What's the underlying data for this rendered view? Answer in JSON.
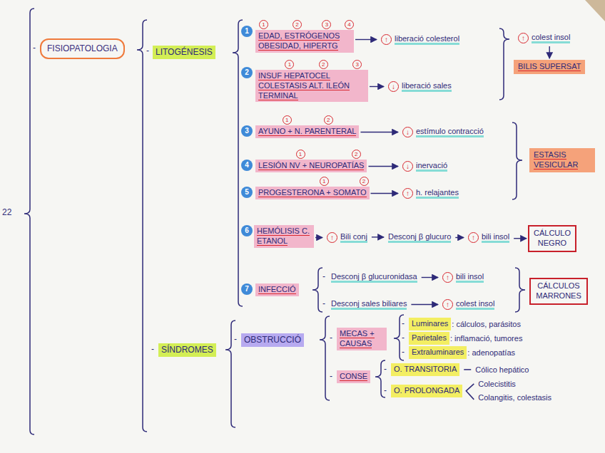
{
  "diagram": {
    "nodes": [
      {
        "text": [
          "FISIOPATOLOGIA"
        ]
      },
      {
        "text": [
          "LITOGÉNESIS"
        ]
      },
      {
        "text": [
          "EDAD, ESTRÓGENOS OBESIDAD, HIPERTG"
        ]
      },
      {
        "text": [
          "↑",
          "liberació colesterol"
        ]
      },
      {
        "text": [
          "↑",
          "colest insol"
        ]
      },
      {
        "text": [
          "BILIS SUPERSAT"
        ]
      },
      {
        "text": [
          "INSUF HEPATOCEL COLESTASIS ALT. ILEÓN TERMINAL"
        ]
      },
      {
        "text": [
          "↓",
          "liberació sales"
        ]
      },
      {
        "text": [
          "AYUNO + N. PARENTERAL"
        ]
      },
      {
        "text": [
          "↓",
          "estímulo contracció"
        ]
      },
      {
        "text": [
          "LESIÓN NV + NEUROPATÍAS"
        ]
      },
      {
        "text": [
          "↓",
          "inervació"
        ]
      },
      {
        "text": [
          "PROGESTERONA + SOMATO"
        ]
      },
      {
        "text": [
          "↑",
          "h. relajantes"
        ]
      },
      {
        "text": [
          "ESTASIS VESICULAR"
        ]
      },
      {
        "text": [
          "HEMÓLISIS C. ETANOL"
        ]
      },
      {
        "text": [
          "↑",
          "Bili conj"
        ]
      },
      {
        "text": [
          "Desconj β glucuro"
        ]
      },
      {
        "text": [
          "↑",
          "bili insol"
        ]
      },
      {
        "text": [
          "CÁLCULO NEGRO"
        ]
      },
      {
        "text": [
          "INFECCIÓ"
        ]
      },
      {
        "text": [
          "Desconj β glucuronidasa"
        ]
      },
      {
        "text": [
          "↑",
          "bili insol"
        ]
      },
      {
        "text": [
          "Desconj sales biliares"
        ]
      },
      {
        "text": [
          "↑",
          "colest insol"
        ]
      },
      {
        "text": [
          "CÁLCULOS MARRONES"
        ]
      },
      {
        "text": [
          "SÍNDROMES"
        ]
      },
      {
        "text": [
          "OBSTRUCCIÓ"
        ]
      },
      {
        "text": [
          "MECAS + CAUSAS"
        ]
      },
      {
        "text": [
          "CONSE"
        ]
      },
      {
        "text": [
          "O. TRANSITORIA"
        ]
      },
      {
        "text": [
          "O. PROLONGADA"
        ]
      },
      {
        "text": [
          "Luminares"
        ]
      },
      {
        "text": [
          "Parietales"
        ]
      },
      {
        "text": [
          "Extraluminares"
        ]
      }
    ],
    "edges": [
      {
        "from": 2,
        "to": 3,
        "arrow": "to"
      },
      {
        "from": 4,
        "to": 5,
        "arrow": "to"
      },
      {
        "from": 6,
        "to": 7,
        "arrow": "to"
      },
      {
        "from": 8,
        "to": 9,
        "arrow": "to"
      },
      {
        "from": 10,
        "to": 11,
        "arrow": "to"
      },
      {
        "from": 12,
        "to": 13,
        "arrow": "to"
      },
      {
        "from": 15,
        "to": 16,
        "arrow": "to"
      },
      {
        "from": 16,
        "to": 17,
        "arrow": "to"
      },
      {
        "from": 17,
        "to": 18,
        "arrow": "to"
      },
      {
        "from": 18,
        "to": 19,
        "arrow": "to"
      },
      {
        "from": 21,
        "to": 22,
        "arrow": "to"
      },
      {
        "from": 23,
        "to": 24,
        "arrow": "to"
      }
    ],
    "labels": [
      "22",
      "-",
      "-",
      "1",
      "1",
      "2",
      "3",
      "4",
      "2",
      "1",
      "2",
      "3",
      "3",
      "1",
      "2",
      "4",
      "1",
      "2",
      "5",
      "1",
      "2",
      "6",
      "7",
      "-",
      "-",
      "-",
      "-",
      "-",
      "-",
      ": cálculos, parásitos",
      "-",
      ": inflamació, tumores",
      "-",
      ": adenopatías",
      "-",
      "-",
      "Cólico hepático",
      "-",
      "Colecistitis",
      "Colangitis, colestasis"
    ]
  }
}
